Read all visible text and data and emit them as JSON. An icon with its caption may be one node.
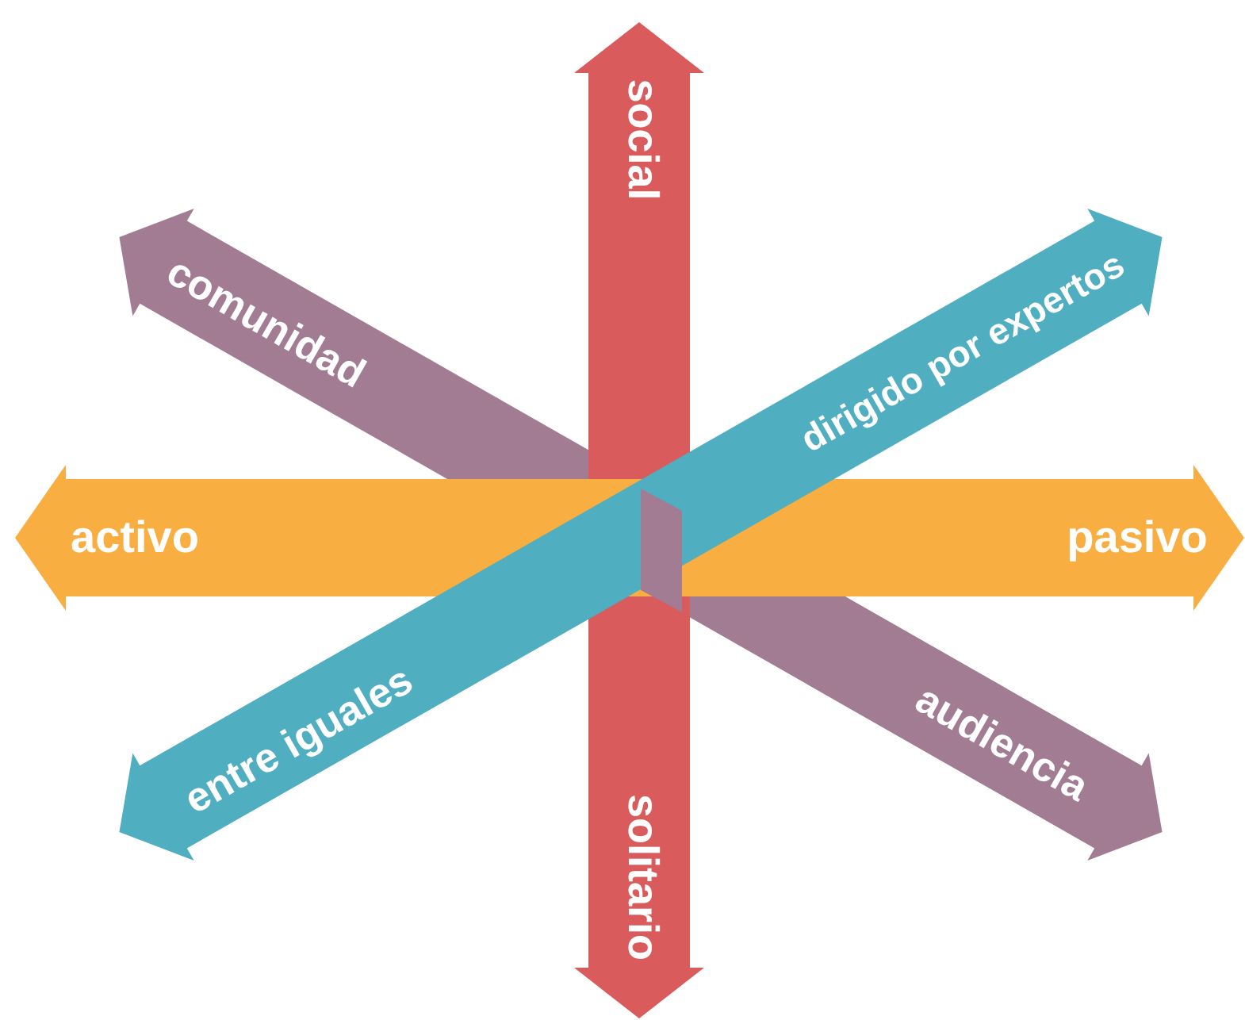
{
  "diagram": {
    "labels": [
      "social",
      "comunidad",
      "dirigido por expertos",
      "activo",
      "pasivo",
      "entre iguales",
      "audiencia",
      "solitario"
    ]
  }
}
